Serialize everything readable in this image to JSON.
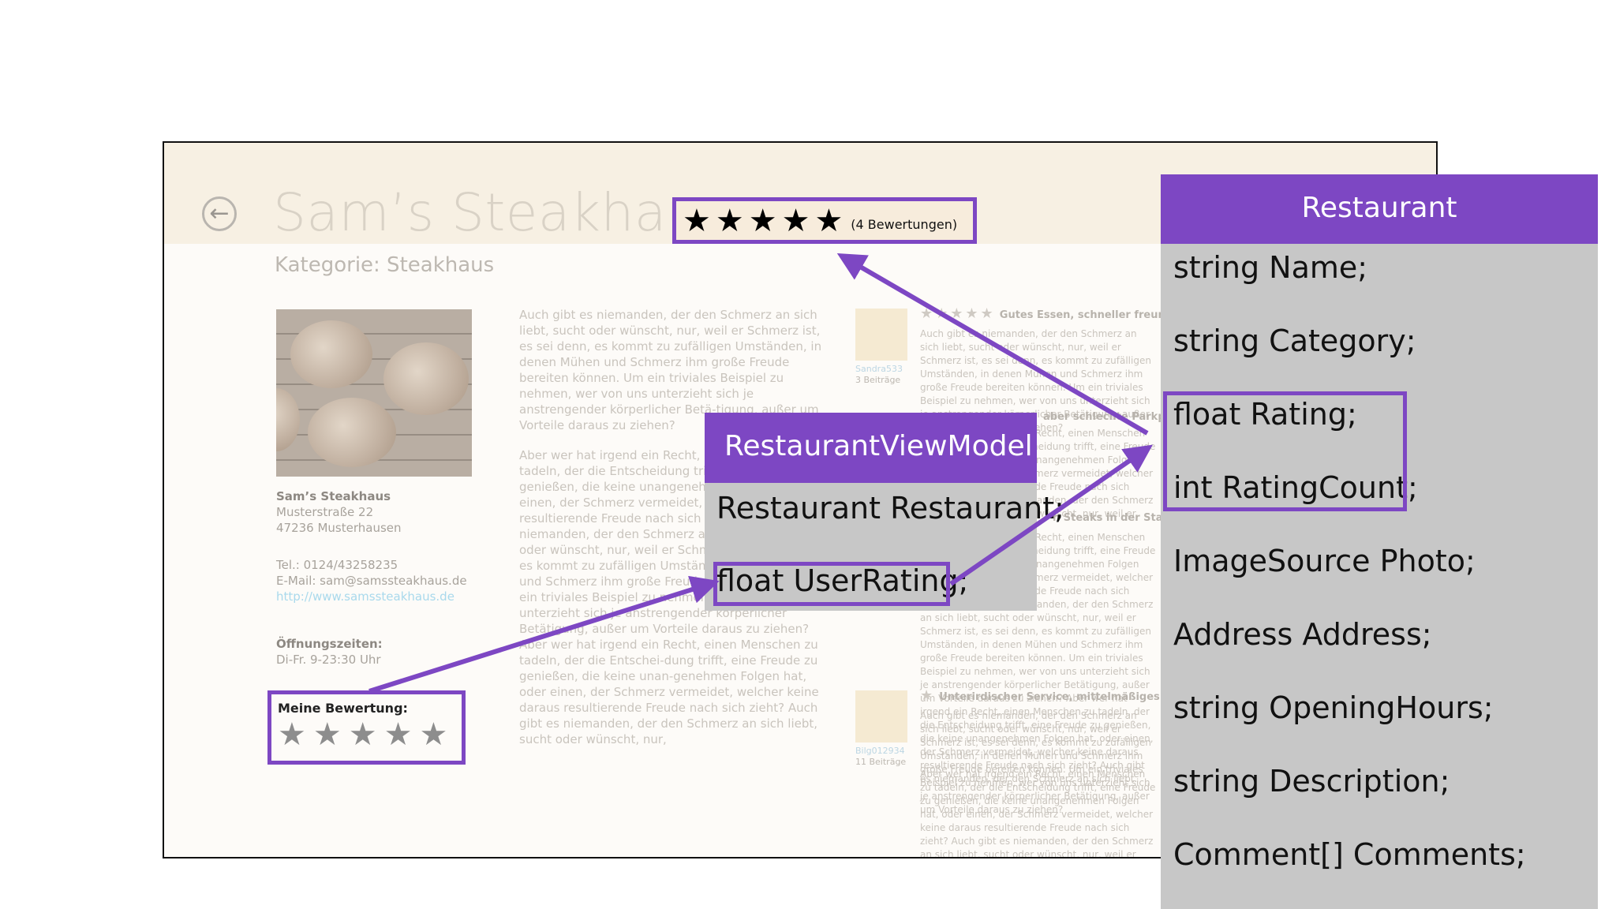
{
  "app": {
    "back_glyph": "←",
    "title": "Sam’s Steakhaus",
    "category": "Kategorie: Steakhaus",
    "rating_stars": "★★★★★",
    "rating_count": "(4 Bewertungen)",
    "info": {
      "name": "Sam’s Steakhaus",
      "street": "Musterstraße 22",
      "city": "47236 Musterhausen",
      "phone": "Tel.: 0124/43258235",
      "email": "E-Mail: sam@samssteakhaus.de",
      "website": "http://www.samssteakhaus.de",
      "hours_label": "Öffnungszeiten:",
      "hours": "Di-Fr. 9-23:30 Uhr"
    },
    "my_rating": {
      "label": "Meine Bewertung:",
      "stars": "★★★★★"
    },
    "description": [
      "Auch gibt es niemanden, der den Schmerz an sich liebt, sucht oder wünscht, nur, weil er Schmerz ist, es sei denn, es kommt zu zufälligen Umständen, in denen Mühen und Schmerz ihm große Freude bereiten können. Um ein triviales Beispiel zu nehmen, wer von uns unterzieht sich je anstrengender körperlicher Betä-tigung, außer um Vorteile daraus zu ziehen?",
      "Aber wer hat irgend ein Recht, einen Menschen zu tadeln, der die Entscheidung trifft, eine Freude zu genießen, die keine unangenehmen Folgen hat, oder einen, der Schmerz vermeidet, welcher keine daraus resultierende Freude nach sich zieht? Auch gibt es niemanden, der den Schmerz an sich liebt, sucht oder wünscht, nur, weil er Schmerz ist, es sei denn, es kommt zu zufälligen Umständen, in denen Mühen und Schmerz ihm große Freude bereiten können. Um ein triviales Beispiel zu nehmen, wer von uns unterzieht sich je anstrengender körperlicher Betätigung, außer um Vorteile daraus zu ziehen? Aber wer hat irgend ein Recht, einen Menschen zu tadeln, der die Entschei-dung trifft, eine Freude zu genießen, die keine unan-genehmen Folgen hat, oder einen, der Schmerz vermeidet, welcher keine daraus resultierende Freude nach sich zieht? Auch gibt es niemanden, der den Schmerz an sich liebt, sucht oder wünscht, nur,"
    ],
    "reviews": [
      {
        "stars": "★★★★★",
        "title": "Gutes Essen, schneller freun",
        "author": "Sandra533",
        "count": "3 Beiträge",
        "text": "Auch gibt es niemanden, der den Schmerz an sich liebt, sucht oder wünscht, nur, weil er Schmerz ist, es sei denn, es kommt zu zufälligen Umständen, in denen Mühen und Schmerz ihm große Freude bereiten können. Um ein triviales Beispiel zu nehmen, wer von uns unterzieht sich je anstrengender körperlicher Betätigung, außer um Vorteile daraus zu ziehen?"
      },
      {
        "title": "aber schlechte Parkplat",
        "text": "Aber wer hat irgend ein Recht, einen Menschen zu tadeln, der die Entscheidung trifft, eine Freude zu genießen, die keine unangenehmen Folgen hat, oder einen, der Schmerz vermeidet, welcher keine daraus resultierende Freude nach sich zieht? Auch gibt es niemanden, der den Schmerz an sich liebt, sucht oder wünscht, nur, weil er Schmerz ist."
      },
      {
        "title": "n Steaks in der Stadt",
        "text": "Aber wer hat irgend ein Recht, einen Menschen zu tadeln, der die Entscheidung trifft, eine Freude zu genießen, die keine unangenehmen Folgen hat, oder einen, der Schmerz vermeidet, welcher keine daraus resultierende Freude nach sich zieht? Auch gibt es niemanden, der den Schmerz an sich liebt, sucht oder wünscht, nur, weil er Schmerz ist, es sei denn, es kommt zu zufälligen Umständen, in denen Mühen und Schmerz ihm große Freude bereiten können. Um ein triviales Beispiel zu nehmen, wer von uns unterzieht sich je anstrengender körperlicher Betätigung, außer um Vorteile daraus zu ziehen? Aber wer hat irgend ein Recht, einen Menschen zu tadeln, der die Entscheidung trifft, eine Freude zu genießen, die keine unangenehmen Folgen hat, oder einen, der Schmerz vermeidet, welcher keine daraus resultierende Freude nach sich zieht? Auch gibt es niemanden, der den Schmerz an sich liebt."
      },
      {
        "stars": "★",
        "title": "Unterirdischer Service, mittelmäßiges Ess",
        "author": "Bilg012934",
        "count": "11 Beiträge",
        "text": "Auch gibt es niemanden, der den Schmerz an sich liebt, sucht oder wünscht, nur, weil er Schmerz ist, es sei denn, es kommt zu zufälligen Umständen, in denen Mühen und Schmerz ihm große Freude bereiten können. Um ein triviales Beispiel zu nehmen, wer von uns unterzieht sich je anstrengender körperlicher Betätigung, außer um Vorteile daraus zu ziehen?",
        "text2": "Aber wer hat irgend ein Recht, einen Menschen zu tadeln, der die Entscheidung trifft, eine Freude zu genießen, die keine unangenehmen Folgen hat, oder einen, der Schmerz vermeidet, welcher keine daraus resultierende Freude nach sich zieht? Auch gibt es niemanden, der den Schmerz an sich liebt, sucht oder wünscht, nur, weil er Schmerz ist, es sei denn, es kommt zu zufälligen Umständen, in denen Mühen und Schmerz ihm große Freude bereiten können. Um ein triviales Beispiel zu nehmen, wer von uns unterzieht sich je"
      }
    ]
  },
  "viewmodel": {
    "title": "RestaurantViewModel",
    "members": [
      "Restaurant Restaurant;",
      "float UserRating;"
    ]
  },
  "model": {
    "title": "Restaurant",
    "members": [
      "string Name;",
      "string Category;",
      "float Rating;",
      "int RatingCount;",
      "ImageSource Photo;",
      "Address Address;",
      "string OpeningHours;",
      "string Description;",
      "Comment[] Comments;"
    ]
  },
  "colors": {
    "accent": "#7d47c3",
    "class_body": "#c7c7c7"
  }
}
